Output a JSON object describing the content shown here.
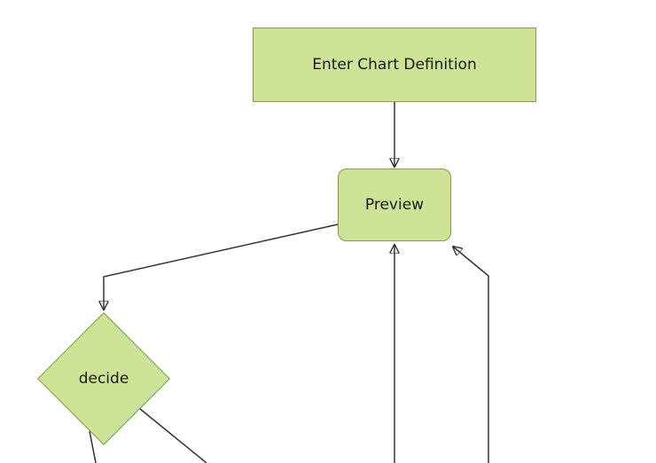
{
  "diagram": {
    "type": "flowchart",
    "direction": "top-down",
    "nodes": [
      {
        "id": "A",
        "label": "Enter Chart Definition",
        "shape": "rectangle"
      },
      {
        "id": "B",
        "label": "Preview",
        "shape": "rounded-rectangle"
      },
      {
        "id": "C",
        "label": "decide",
        "shape": "diamond"
      }
    ],
    "edges": [
      {
        "from": "A",
        "to": "B",
        "arrow": "down"
      },
      {
        "from": "B",
        "to": "C",
        "arrow": "down"
      },
      {
        "from": "offscreen-bottom-center",
        "to": "B",
        "arrow": "up"
      },
      {
        "from": "offscreen-bottom-right",
        "to": "B",
        "arrow": "up-left"
      },
      {
        "from": "C",
        "to": "offscreen-bottom-left",
        "arrow": "none-visible"
      },
      {
        "from": "C",
        "to": "offscreen-bottom-right",
        "arrow": "none-visible"
      }
    ],
    "colors": {
      "node_fill": "#cde498",
      "node_border": "#7b9a52",
      "edge": "#333333",
      "text": "#1a1a1a",
      "background": "#ffffff"
    }
  }
}
